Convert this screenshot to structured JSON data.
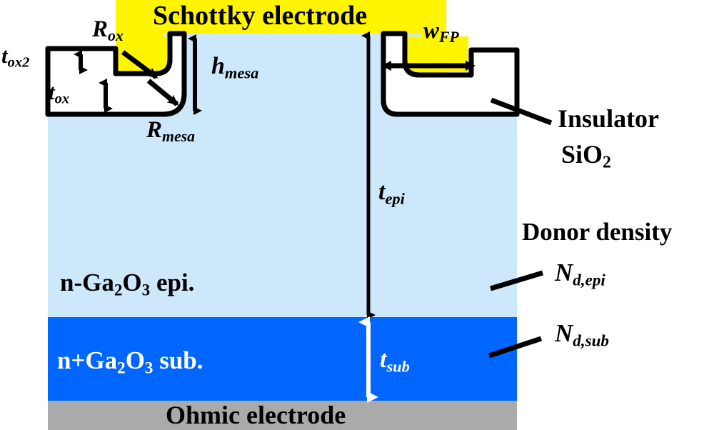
{
  "figure": {
    "type": "semiconductor-device-cross-section",
    "device": "Ga2O3 Schottky barrier diode with field plate and mesa"
  },
  "layers": {
    "schottky": {
      "label": "Schottky electrode",
      "color": "#FFF500",
      "text_color": "#000000"
    },
    "epi": {
      "label_pre": "n-Ga",
      "label_sub1": "2",
      "label_mid": "O",
      "label_sub2": "3",
      "label_post": " epi.",
      "full_label": "n-Ga2O3 epi.",
      "color": "#CDE8FA",
      "text_color": "#000000"
    },
    "substrate": {
      "label_pre": "n+Ga",
      "label_sub1": "2",
      "label_mid": "O",
      "label_sub2": "3",
      "label_post": " sub.",
      "full_label": "n+Ga2O3 sub.",
      "color": "#0066FF",
      "text_color": "#FFFFFF"
    },
    "ohmic": {
      "label": "Ohmic electrode",
      "color": "#AAAAAA",
      "text_color": "#000000"
    },
    "insulator": {
      "label_line1": "Insulator",
      "label_line2_pre": "SiO",
      "label_line2_sub": "2",
      "full_label": "Insulator SiO2",
      "color": "#FFFFFF",
      "outline_color": "#000000"
    }
  },
  "dimensions": {
    "t_ox2": {
      "symbol": "t",
      "subscript": "ox2"
    },
    "t_ox": {
      "symbol": "t",
      "subscript": "ox"
    },
    "R_ox": {
      "symbol": "R",
      "subscript": "ox"
    },
    "R_mesa": {
      "symbol": "R",
      "subscript": "mesa"
    },
    "h_mesa": {
      "symbol": "h",
      "subscript": "mesa"
    },
    "w_FP": {
      "symbol": "w",
      "subscript": "FP"
    },
    "t_epi": {
      "symbol": "t",
      "subscript": "epi"
    },
    "t_sub": {
      "symbol": "t",
      "subscript": "sub"
    }
  },
  "annotations": {
    "donor_density_title": "Donor density",
    "N_d_epi": {
      "symbol": "N",
      "subscript": "d,epi"
    },
    "N_d_sub": {
      "symbol": "N",
      "subscript": "d,sub"
    }
  },
  "colors": {
    "schottky_yellow": "#FFF500",
    "epi_light_blue": "#CDE8FA",
    "substrate_blue": "#0066FF",
    "ohmic_gray": "#AAAAAA",
    "outline_black": "#000000",
    "white": "#FFFFFF"
  }
}
